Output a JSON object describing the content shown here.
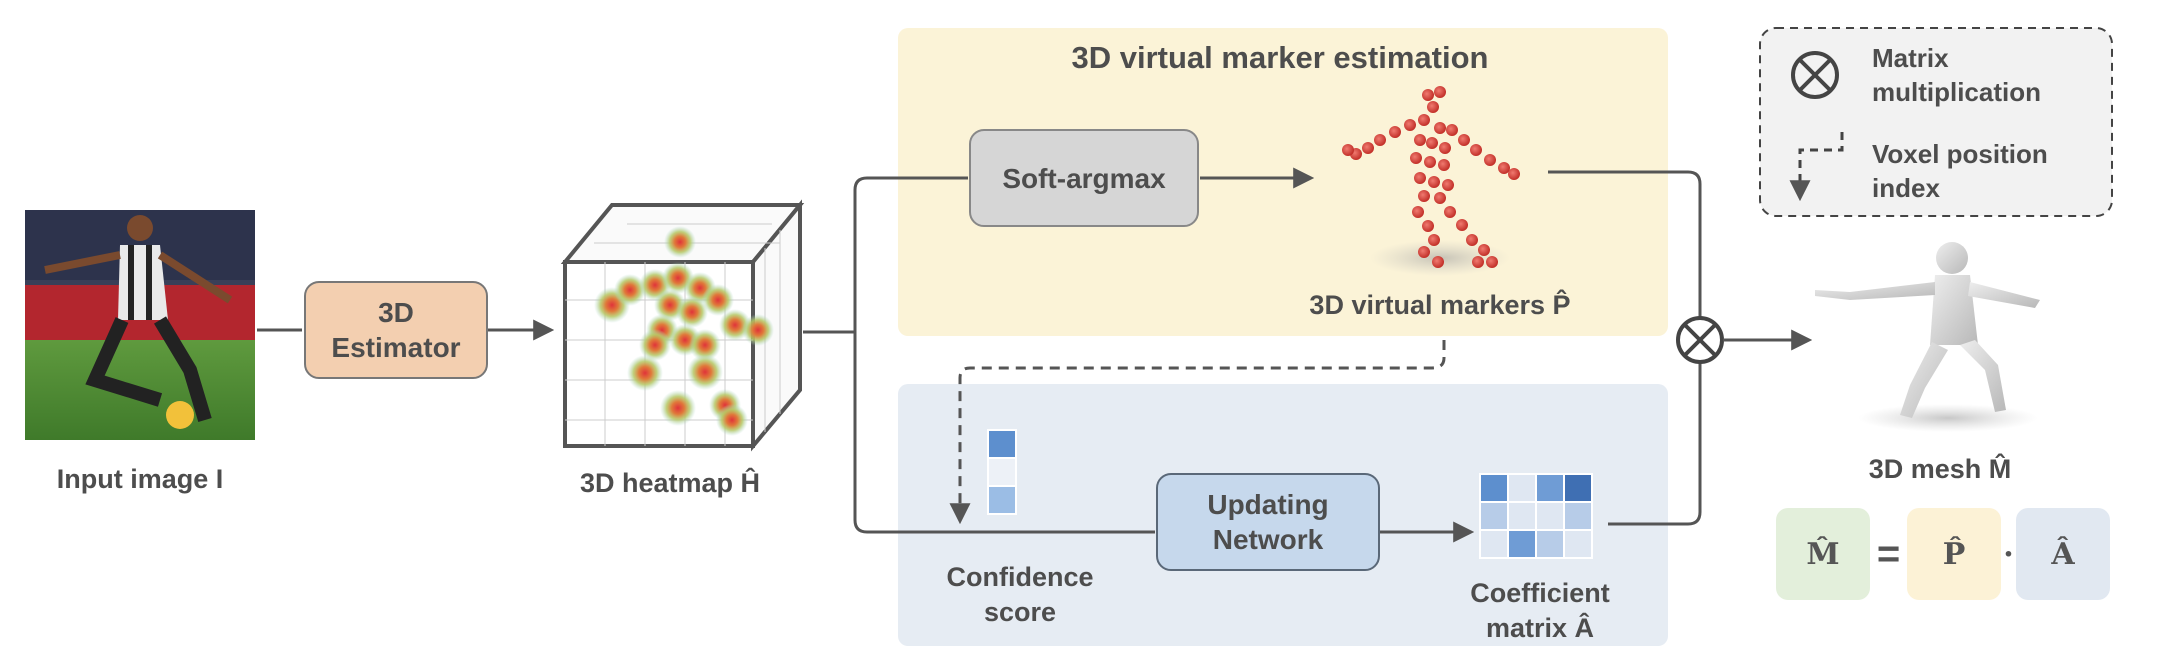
{
  "input_image": {
    "label": "Input image I"
  },
  "estimator": {
    "label_line1": "3D",
    "label_line2": "Estimator"
  },
  "heatmap": {
    "label": "3D heatmap Ĥ"
  },
  "marker_section": {
    "title": "3D virtual marker estimation"
  },
  "soft_argmax": {
    "label": "Soft-argmax"
  },
  "markers": {
    "label": "3D virtual markers P̂"
  },
  "confidence": {
    "label_line1": "Confidence",
    "label_line2": "score"
  },
  "updating_network": {
    "label_line1": "Updating",
    "label_line2": "Network"
  },
  "coefficient": {
    "label_line1": "Coefficient",
    "label_line2": "matrix Â"
  },
  "mesh": {
    "label": "3D mesh M̂"
  },
  "legend": {
    "matrix_mult_line1": "Matrix",
    "matrix_mult_line2": "multiplication",
    "voxel_line1": "Voxel position",
    "voxel_line2": "index"
  },
  "equation": {
    "lhs": "M̂",
    "equals": "=",
    "p": "P̂",
    "dot": "·",
    "a": "Â"
  },
  "colors": {
    "estimator_fill": "#f3cfb0",
    "marker_section_bg": "#fbf3d7",
    "update_section_bg": "#e6ecf3",
    "soft_argmax_fill": "#d6d6d6",
    "updating_network_fill": "#c6d8ec",
    "marker_dot": "#d9443a",
    "eq_m_bg": "#e3efdb",
    "eq_p_bg": "#fcf2d6",
    "eq_a_bg": "#e1e8f1"
  }
}
